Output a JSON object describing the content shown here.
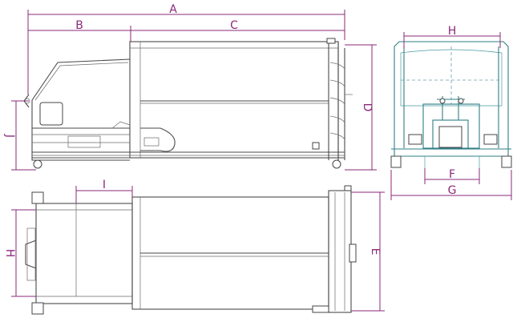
{
  "dimensions": {
    "A": "A",
    "B": "B",
    "C": "C",
    "D": "D",
    "E": "E",
    "F": "F",
    "G": "G",
    "H_top": "H",
    "H_bottom": "H",
    "I": "I",
    "J": "J"
  },
  "colors": {
    "dimension": "#8a2a7a",
    "outline": "#4a4a4a",
    "front_view": "#2f7f86"
  }
}
